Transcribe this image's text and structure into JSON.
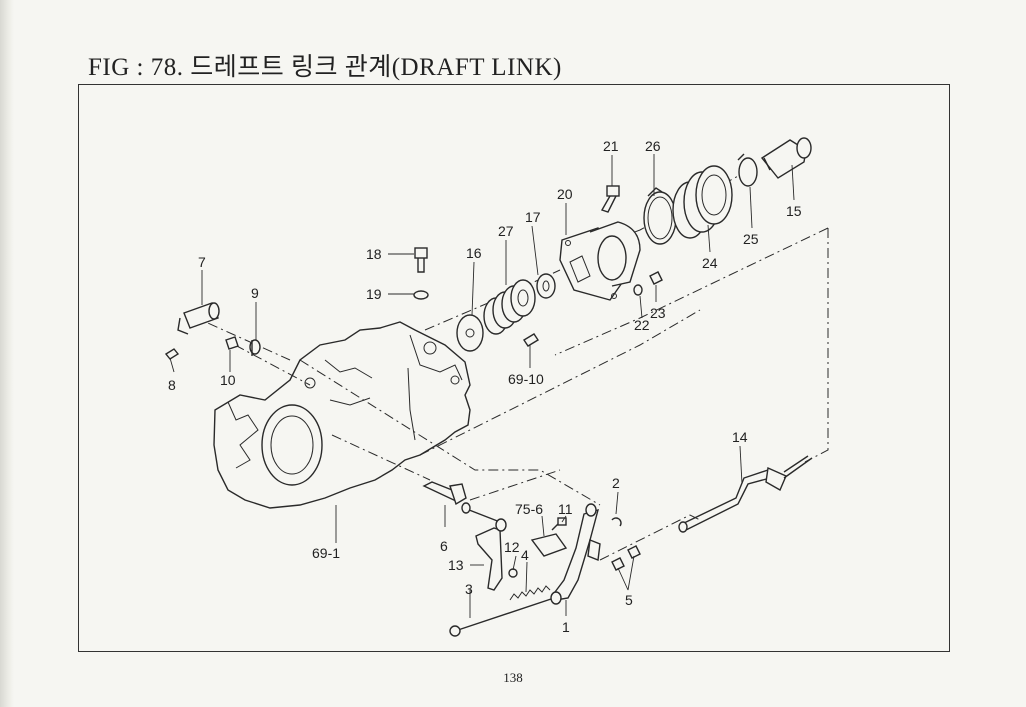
{
  "title": "FIG : 78. 드레프트 링크 관계(DRAFT LINK)",
  "page_number": "138",
  "callouts": {
    "c1": "1",
    "c2": "2",
    "c3": "3",
    "c4": "4",
    "c5": "5",
    "c6": "6",
    "c7": "7",
    "c8": "8",
    "c9": "9",
    "c10": "10",
    "c11": "11",
    "c12": "12",
    "c13": "13",
    "c14": "14",
    "c15": "15",
    "c16": "16",
    "c17": "17",
    "c18": "18",
    "c19": "19",
    "c20": "20",
    "c21": "21",
    "c22": "22",
    "c23": "23",
    "c24": "24",
    "c25": "25",
    "c26": "26",
    "c27": "27",
    "c69_1": "69-1",
    "c69_10": "69-10",
    "c75_6": "75-6"
  }
}
